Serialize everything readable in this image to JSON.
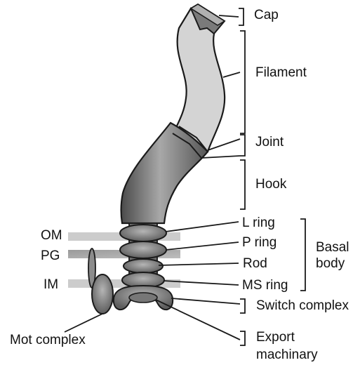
{
  "labels": {
    "cap": "Cap",
    "filament": "Filament",
    "joint": "Joint",
    "hook": "Hook",
    "l_ring": "L ring",
    "p_ring": "P ring",
    "rod": "Rod",
    "ms_ring": "MS ring",
    "basal_body_1": "Basal",
    "basal_body_2": "body",
    "switch_complex": "Switch complex",
    "export_1": "Export",
    "export_2": "machinary",
    "mot_complex": "Mot complex",
    "om": "OM",
    "pg": "PG",
    "im": "IM"
  },
  "colors": {
    "filament_fill": "#d4d4d4",
    "hook_fill": "#7a7a7a",
    "ring_fill": "#8c8c8c",
    "membrane": "#c8c8c8",
    "pg_layer": "#a9a9a9",
    "outline": "#1a1a1a"
  }
}
